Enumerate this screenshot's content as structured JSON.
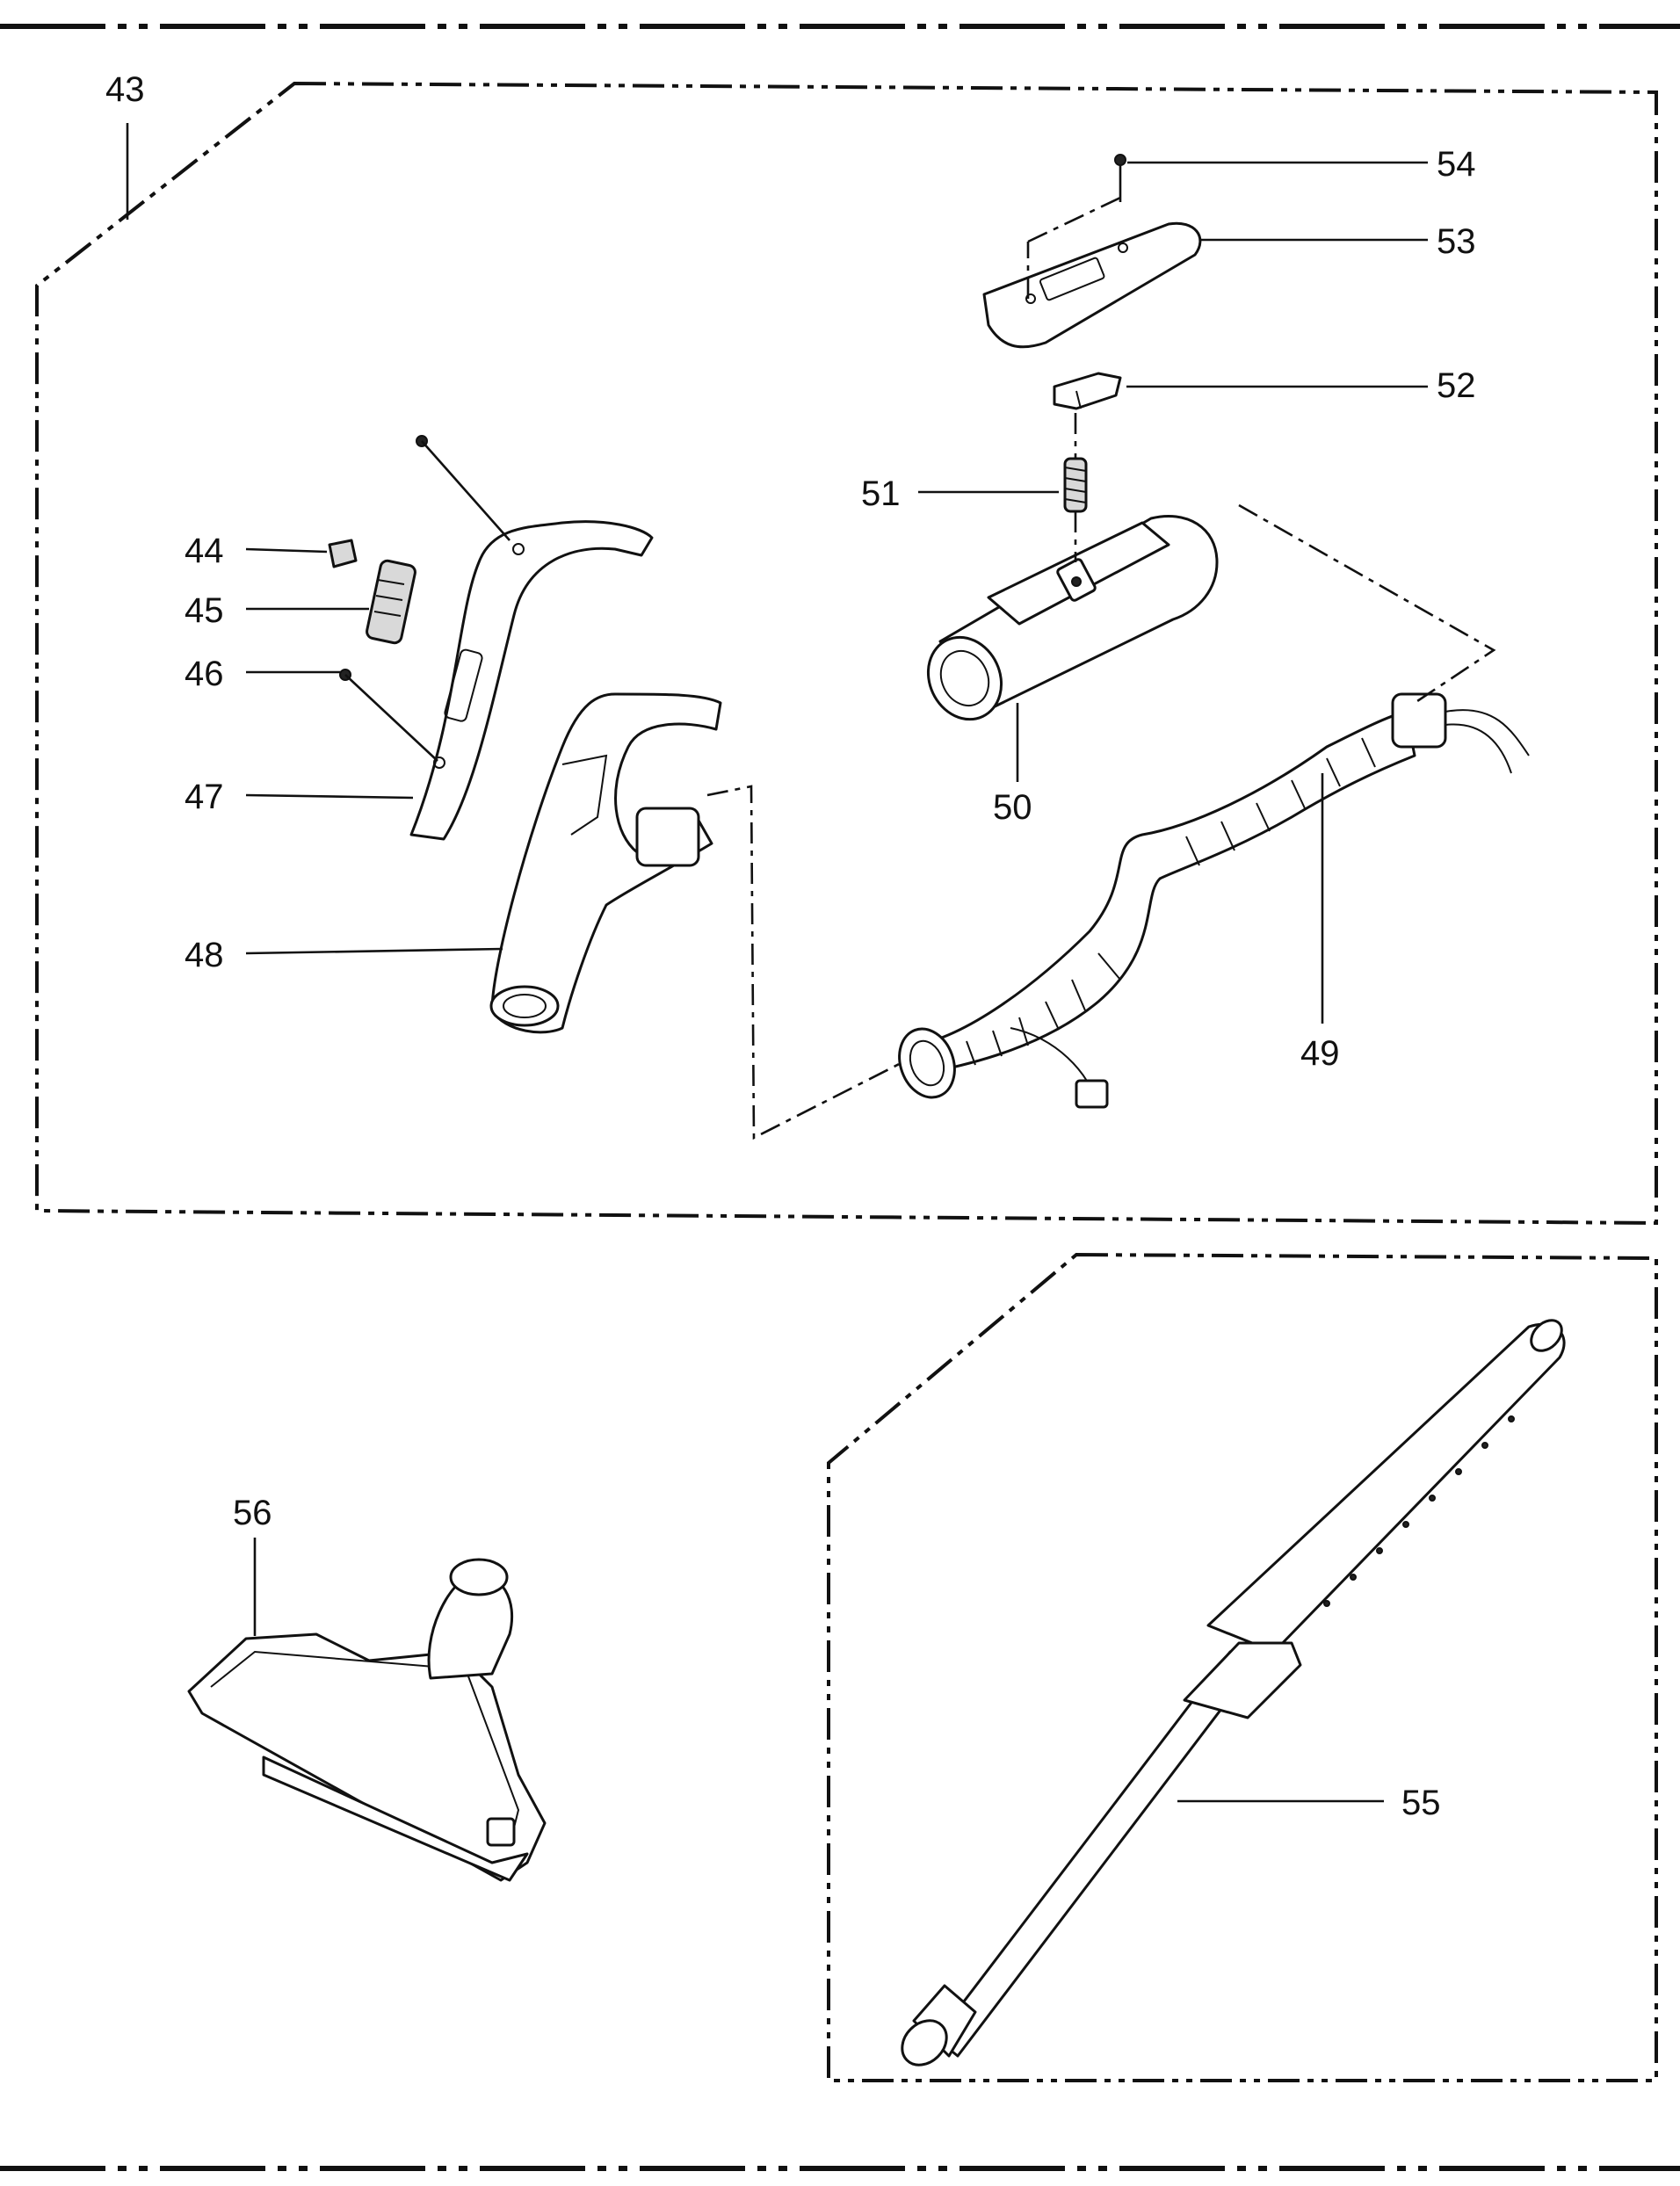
{
  "callouts": {
    "c43": "43",
    "c44": "44",
    "c45": "45",
    "c46": "46",
    "c47": "47",
    "c48": "48",
    "c49": "49",
    "c50": "50",
    "c51": "51",
    "c52": "52",
    "c53": "53",
    "c54": "54",
    "c55": "55",
    "c56": "56"
  },
  "colors": {
    "ink": "#111111",
    "paper": "#ffffff",
    "shade": "#d9d9d9"
  }
}
